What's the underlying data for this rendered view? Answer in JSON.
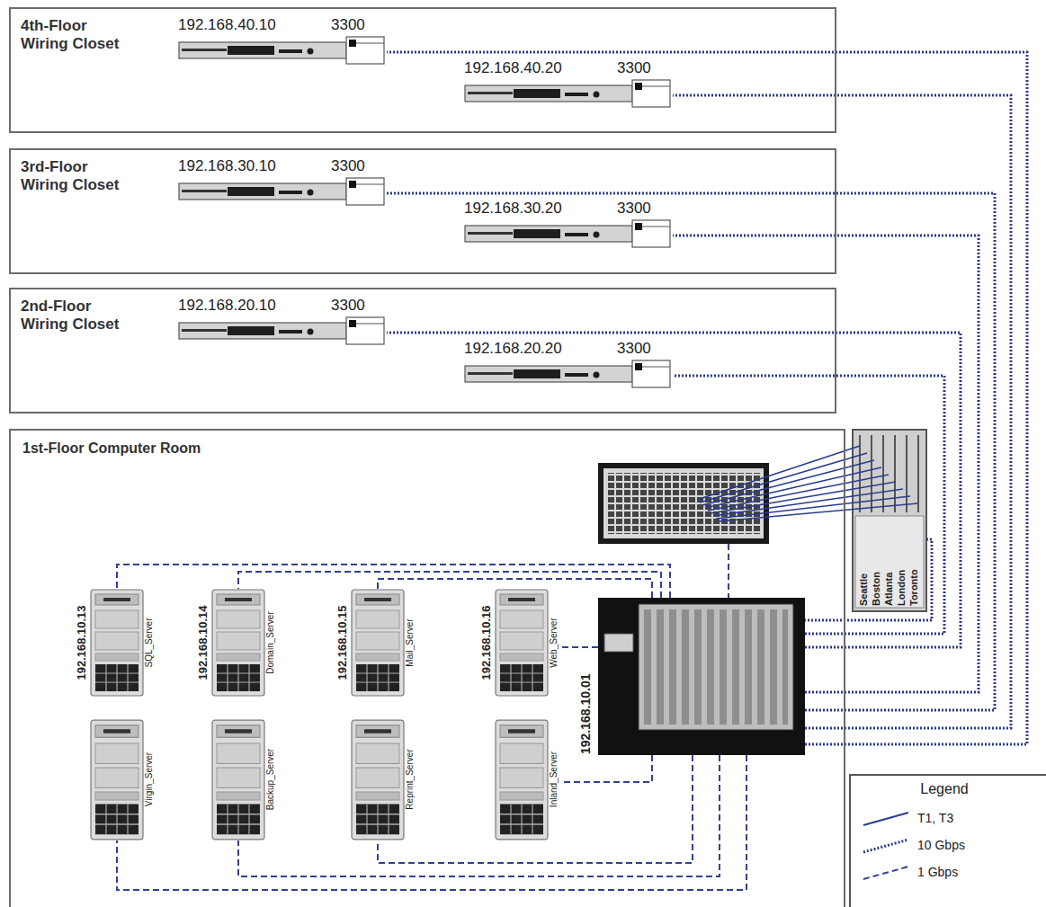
{
  "diagram": {
    "nodes": [
      {
        "text": [
          "4th-Floor Wiring Closet"
        ]
      },
      {
        "text": [
          "192.168.40.10",
          "3300"
        ],
        "in": 0
      },
      {
        "text": [
          "192.168.40.20",
          "3300"
        ],
        "in": 0
      },
      {
        "text": [
          "3rd-Floor Wiring Closet"
        ]
      },
      {
        "text": [
          "192.168.30.10",
          "3300"
        ],
        "in": 3
      },
      {
        "text": [
          "192.168.30.20",
          "3300"
        ],
        "in": 3
      },
      {
        "text": [
          "2nd-Floor Wiring Closet"
        ]
      },
      {
        "text": [
          "192.168.20.10",
          "3300"
        ],
        "in": 6
      },
      {
        "text": [
          "192.168.20.20",
          "3300"
        ],
        "in": 6
      },
      {
        "text": [
          "1st-Floor Computer Room"
        ]
      },
      {
        "text": [
          "192.168.10.01"
        ],
        "in": 9
      },
      {
        "text": [
          "192.168.10.13",
          "SQL_Server"
        ],
        "in": 9
      },
      {
        "text": [
          "192.168.10.14",
          "Domain_Server"
        ],
        "in": 9
      },
      {
        "text": [
          "192.168.10.15",
          "Mail_Server"
        ],
        "in": 9
      },
      {
        "text": [
          "192.168.10.16",
          "Web_Server"
        ],
        "in": 9
      },
      {
        "text": [
          "Virgin_Server"
        ],
        "in": 9
      },
      {
        "text": [
          "Backup_Server"
        ],
        "in": 9
      },
      {
        "text": [
          "Reprint_Server"
        ],
        "in": 9
      },
      {
        "text": [
          "Inland_Server"
        ],
        "in": 9
      },
      {
        "text": [
          "Seattle",
          "Boston",
          "Atlanta",
          "London",
          "Toronto"
        ]
      }
    ],
    "edges": [
      {
        "from": 10,
        "to": 1,
        "arrow": "none"
      },
      {
        "from": 10,
        "to": 2,
        "arrow": "none"
      },
      {
        "from": 10,
        "to": 4,
        "arrow": "none"
      },
      {
        "from": 10,
        "to": 5,
        "arrow": "none"
      },
      {
        "from": 10,
        "to": 7,
        "arrow": "none"
      },
      {
        "from": 10,
        "to": 8,
        "arrow": "none"
      },
      {
        "from": 10,
        "to": 11,
        "arrow": "none"
      },
      {
        "from": 10,
        "to": 12,
        "arrow": "none"
      },
      {
        "from": 10,
        "to": 13,
        "arrow": "none"
      },
      {
        "from": 10,
        "to": 14,
        "arrow": "none"
      },
      {
        "from": 10,
        "to": 15,
        "arrow": "none"
      },
      {
        "from": 10,
        "to": 16,
        "arrow": "none"
      },
      {
        "from": 10,
        "to": 17,
        "arrow": "none"
      },
      {
        "from": 10,
        "to": 18,
        "arrow": "none"
      },
      {
        "from": 19,
        "to": 10,
        "arrow": "none"
      }
    ],
    "labels": [
      "Legend"
    ],
    "legend": [
      {
        "text": "T1, T3"
      },
      {
        "text": "10 Gbps"
      },
      {
        "text": "1 Gbps"
      }
    ]
  }
}
